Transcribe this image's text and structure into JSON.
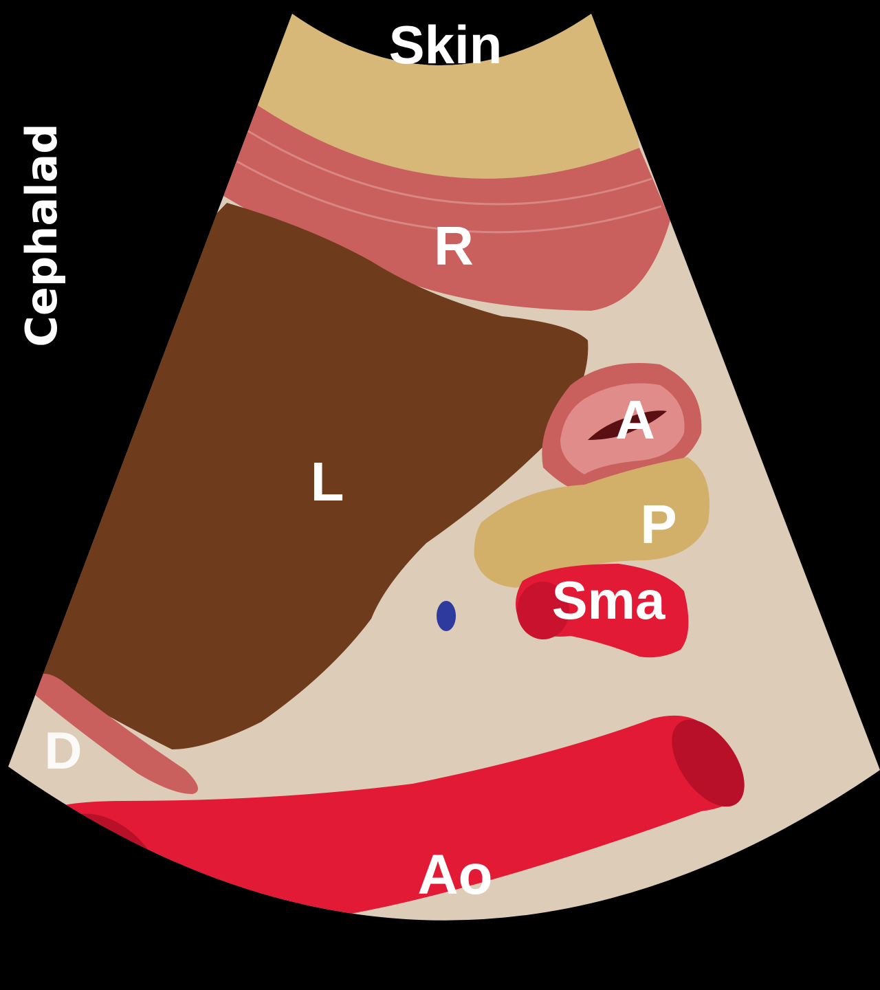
{
  "labels": {
    "skin": "Skin",
    "orientation": "Cephalad",
    "rectus": "R",
    "liver": "L",
    "antrum": "A",
    "pancreas": "P",
    "sma": "Sma",
    "diaphragm": "D",
    "aorta": "Ao"
  },
  "colors": {
    "background": "#000000",
    "tissue": "#ddcdb8",
    "fat_layer": "#d7b878",
    "muscle": "#c9605e",
    "liver": "#6e3c1c",
    "artery": "#e31a35",
    "artery_dark": "#b9102a",
    "pancreas": "#d2b06a",
    "antrum_wall": "#c9605e",
    "antrum_lumen": "#e08c8a",
    "vessel_dot": "#2e3a9e"
  }
}
